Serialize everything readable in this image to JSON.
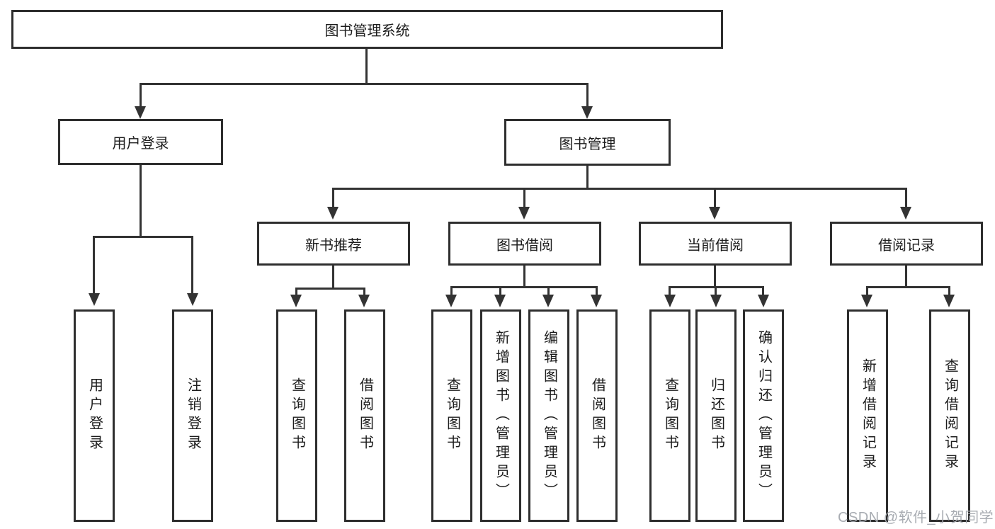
{
  "diagram_title": "图书管理系统",
  "tree": {
    "root": "图书管理系统",
    "children": [
      {
        "label": "用户登录",
        "children": [
          "用户登录",
          "注销登录"
        ]
      },
      {
        "label": "图书管理",
        "children": [
          {
            "label": "新书推荐",
            "children": [
              "查询图书",
              "借阅图书"
            ]
          },
          {
            "label": "图书借阅",
            "children": [
              "查询图书",
              "新增图书（管理员）",
              "编辑图书（管理员）",
              "借阅图书"
            ]
          },
          {
            "label": "当前借阅",
            "children": [
              "查询图书",
              "归还图书",
              "确认归还（管理员）"
            ]
          },
          {
            "label": "借阅记录",
            "children": [
              "新增借阅记录",
              "查询借阅记录"
            ]
          }
        ]
      }
    ]
  },
  "watermark": {
    "text": "CSDN @软件_小贺同学"
  },
  "colors": {
    "background": "#ffffff",
    "box_border": "#2e2e2e",
    "line": "#333333",
    "text": "#1c1c1c",
    "watermark": "#a3a8ae"
  }
}
